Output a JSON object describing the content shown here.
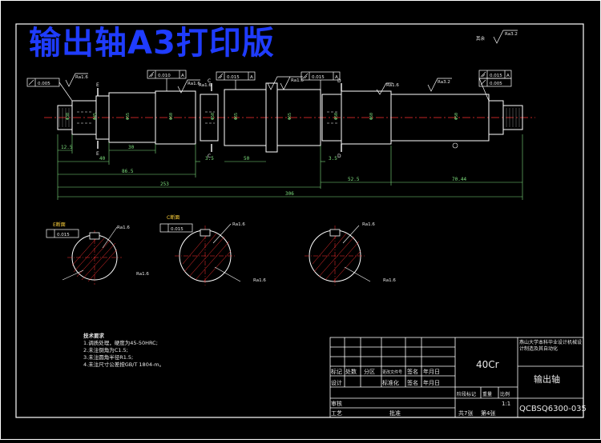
{
  "title": "输出轴A3打印版",
  "roughness_general": "其余",
  "roughness_general_value": "Ra3.2",
  "tolerance_frames": [
    {
      "value": "0.005"
    },
    {
      "value": "0.010",
      "ref": "A"
    },
    {
      "value": "0.015",
      "ref": "A"
    },
    {
      "value": "0.015",
      "ref": "A"
    },
    {
      "value": "0.015",
      "ref": "A"
    },
    {
      "value": "0.005"
    }
  ],
  "roughness_marks": [
    "Ra1.6",
    "Ra1.6",
    "Ra1.6",
    "Ra1.6",
    "Ra1.6",
    "Ra3.2"
  ],
  "section_letters": [
    "E",
    "E",
    "C",
    "C",
    "D",
    "D"
  ],
  "dimensions": {
    "row1": [
      "12.5",
      "30"
    ],
    "row2": [
      "40",
      "3.5",
      "50",
      "3.5"
    ],
    "row3": [
      "86.5",
      "52.5",
      "70.44"
    ],
    "row4": [
      "253"
    ],
    "overall": "306"
  },
  "sections": [
    {
      "name": "E断面",
      "tolerance": "0.015",
      "roughness": "Ra1.6",
      "roughness2": "Ra1.6"
    },
    {
      "name": "C断面",
      "tolerance": "0.015",
      "roughness": "Ra1.6",
      "roughness2": "Ra1.6"
    },
    {
      "name": "",
      "tolerance": "",
      "roughness": "Ra1.6",
      "roughness2": "Ra1.6"
    }
  ],
  "notes": {
    "heading": "技术要求",
    "items": [
      "1.调质处理，硬度为45-50HRC;",
      "2.未注倒角为C1.5;",
      "3.未注圆角半径R1.5;",
      "4.未注尺寸公差按GB/T 1804-m。"
    ]
  },
  "title_block": {
    "material": "40Cr",
    "part_name": "输出轴",
    "school": "燕山大学本科毕业设计机械设计制造及其自动化",
    "drawing_no": "QCBSQ6300-035",
    "scale": "1:1",
    "labels": {
      "mark": "标记",
      "count": "处数",
      "zone": "分区",
      "doc": "更改文件号",
      "sign": "签名",
      "date": "年月日",
      "design": "设计",
      "std": "标准化",
      "stage": "阶段标记",
      "weight": "重量",
      "scale_label": "比例",
      "review": "审核",
      "process": "工艺",
      "approve": "批准",
      "sheets": "共7张",
      "sheet": "第4张"
    }
  }
}
